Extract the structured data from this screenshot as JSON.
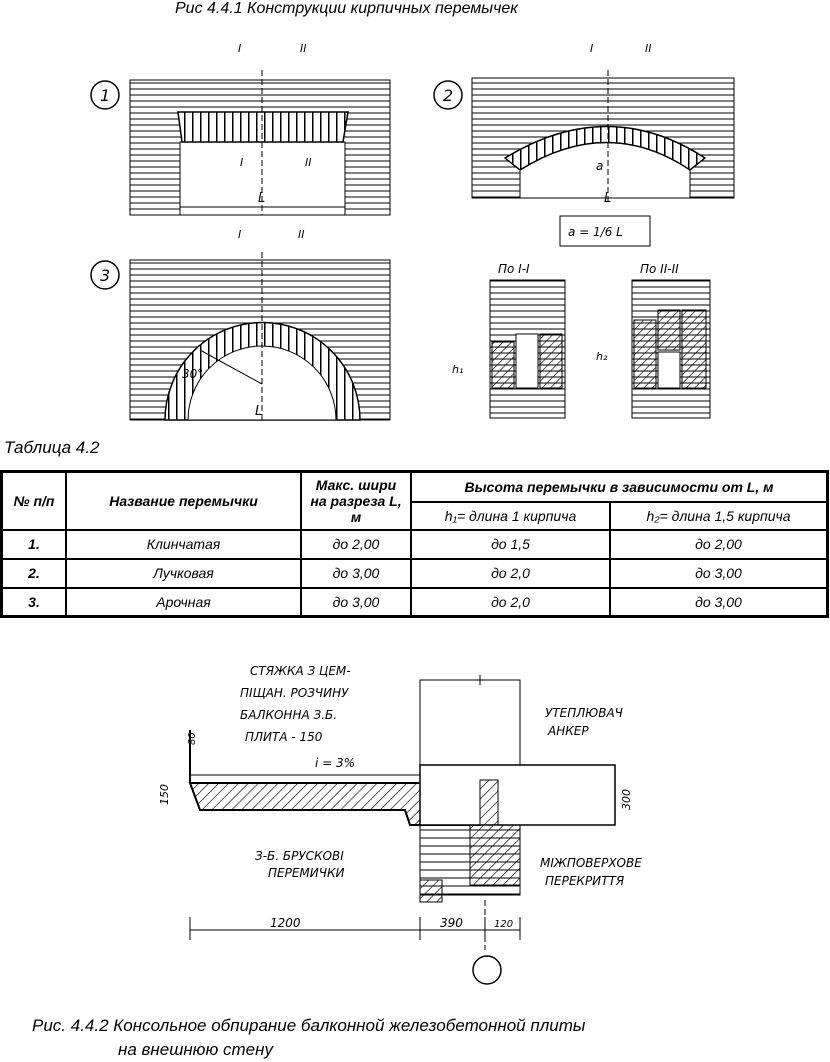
{
  "figure1": {
    "caption": "Рис  4.4.1  Конструкции кирпичных перемычек",
    "numbers": [
      "1",
      "2",
      "3"
    ],
    "section_marks": [
      "I",
      "II"
    ],
    "span_label": "L",
    "rise_label": "a",
    "formula": "a = 1/6 L",
    "angle_label": "30°",
    "section_titles": [
      "По I-I",
      "По II-II"
    ],
    "height_labels": [
      "h₁",
      "h₂"
    ]
  },
  "table": {
    "title": "Таблица 4.2",
    "headers": {
      "num": "№ п/п",
      "name": "Название перемычки",
      "max_width": "Макс. шири на разреза L, м",
      "height_group": "Высота перемычки в зависимости от L, м",
      "h1": "h₁= длина 1 кирпича",
      "h2": "h₂= длина 1,5 кирпича"
    },
    "rows": [
      {
        "num": "1.",
        "name": "Клинчатая",
        "width": "до 2,00",
        "h1": "до 1,5",
        "h2": "до 2,00"
      },
      {
        "num": "2.",
        "name": "Лучковая",
        "width": "до 3,00",
        "h1": "до 2,0",
        "h2": "до 3,00"
      },
      {
        "num": "3.",
        "name": "Арочная",
        "width": "до 3,00",
        "h1": "до 2,0",
        "h2": "до 3,00"
      }
    ]
  },
  "figure2": {
    "notes": [
      "СТЯЖКА З ЦЕМ-",
      "ПІЩАН. РОЗЧИНУ",
      "БАЛКОННА З.Б.",
      "ПЛИТА - 150"
    ],
    "slope": "i = 3%",
    "anchor_label": [
      "УТЕПЛЮВАЧ",
      "АНКЕР"
    ],
    "lintel_label": [
      "З-Б. БРУСКОВІ",
      "ПЕРЕМИЧКИ"
    ],
    "floor_label": [
      "МІЖПОВЕРХОВЕ",
      "ПЕРЕКРИТТЯ"
    ],
    "dims": [
      "150",
      "1200",
      "390",
      "120",
      "300",
      "80"
    ],
    "caption_line1": "Рис. 4.4.2 Консольное обпирание балконной железобетонной плиты",
    "caption_line2": "на внешнюю стену"
  }
}
